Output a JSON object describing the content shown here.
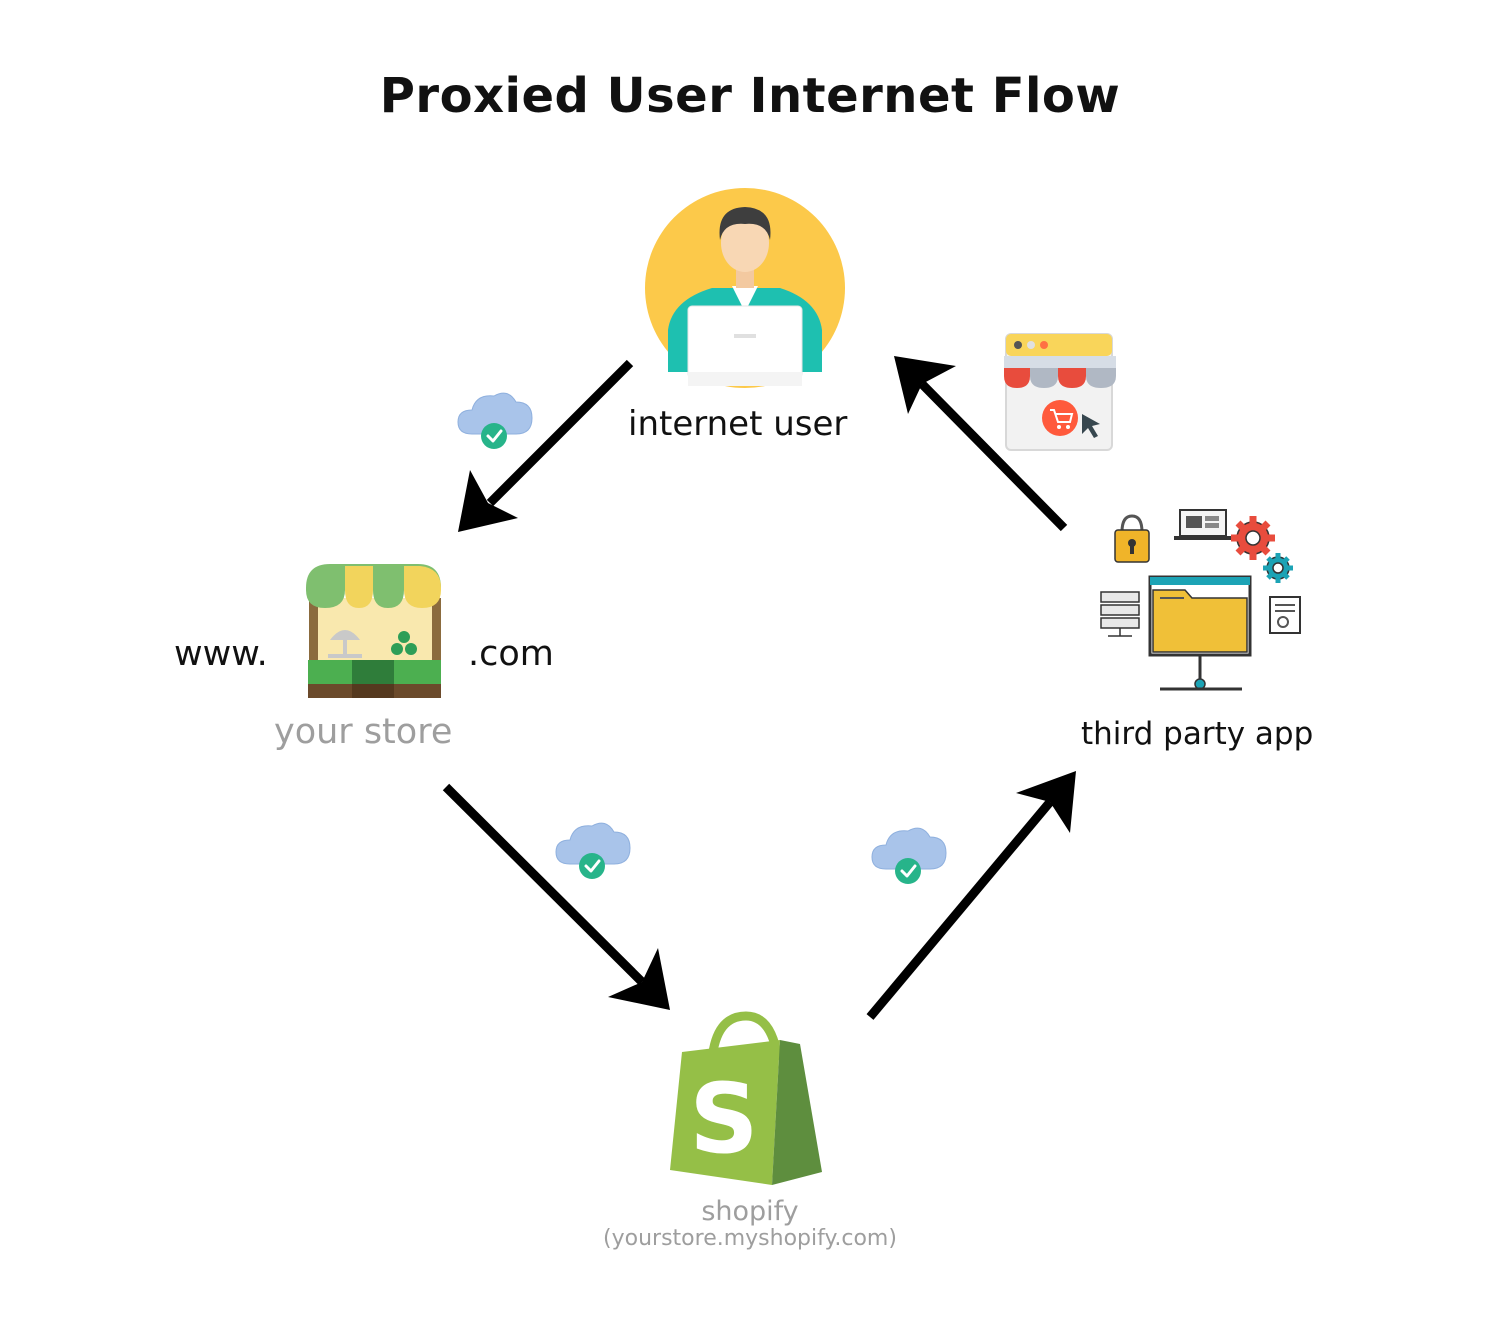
{
  "title": "Proxied User Internet Flow",
  "nodes": {
    "internet_user": {
      "label": "internet user"
    },
    "your_store": {
      "prefix": "www.",
      "suffix": ".com",
      "label": "your store"
    },
    "shopify": {
      "label": "shopify",
      "sublabel": "(yourstore.myshopify.com)"
    },
    "third_party_app": {
      "label": "third party app"
    }
  },
  "colors": {
    "arrow": "#000000",
    "avatar_bg": "#fcc94a",
    "shirt": "#1ec0b0",
    "laptop": "#ffffff",
    "shopify_green": "#95bf47",
    "shopify_dark": "#5e8e3e",
    "store_green": "#4caf50",
    "store_yellow": "#f2d45c",
    "folder": "#f0c038",
    "cloud": "#a9c4ea",
    "check": "#27b48a",
    "gear_red": "#e84c3d",
    "gear_teal": "#1ca3b5"
  },
  "icons": [
    "user-laptop-icon",
    "storefront-icon",
    "shopify-bag-icon",
    "app-network-icon",
    "online-shop-window-icon",
    "cloud-check-icon"
  ]
}
